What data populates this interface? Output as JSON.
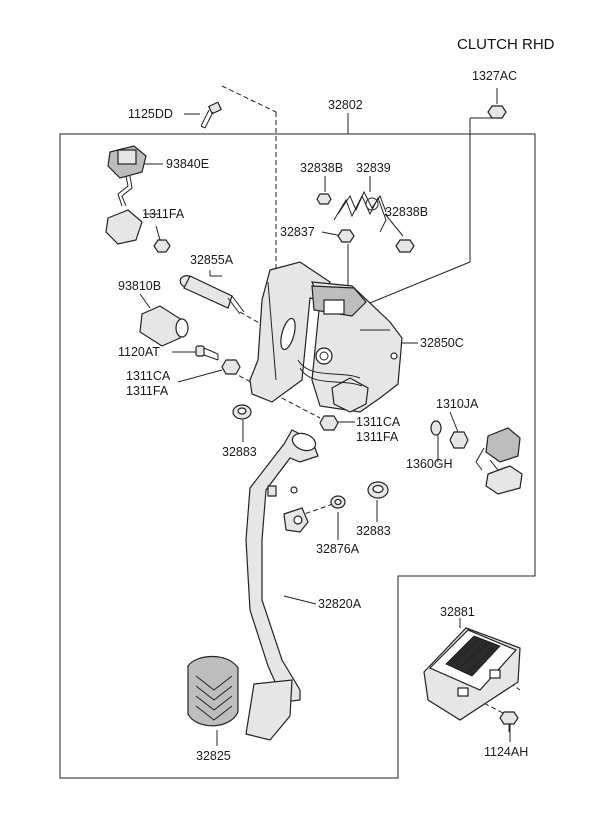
{
  "title": "CLUTCH RHD",
  "labels": {
    "p1125DD": "1125DD",
    "p32802": "32802",
    "p1327AC": "1327AC",
    "p93840E": "93840E",
    "p1311FA_top": "1311FA",
    "p32838B_left": "32838B",
    "p32839": "32839",
    "p32838B_right": "32838B",
    "p32837": "32837",
    "p32855A": "32855A",
    "p93810B": "93810B",
    "p32850C": "32850C",
    "p1120AT": "1120AT",
    "p1311CA_left": "1311CA",
    "p1311FA_left": "1311FA",
    "p1310JA": "1310JA",
    "p1311CA_mid": "1311CA",
    "p1311FA_mid": "1311FA",
    "p32883_left": "32883",
    "p1360GH": "1360GH",
    "p32883_right": "32883",
    "p32876A": "32876A",
    "p32820A": "32820A",
    "p32881": "32881",
    "p32825": "32825",
    "p1124AH": "1124AH"
  }
}
